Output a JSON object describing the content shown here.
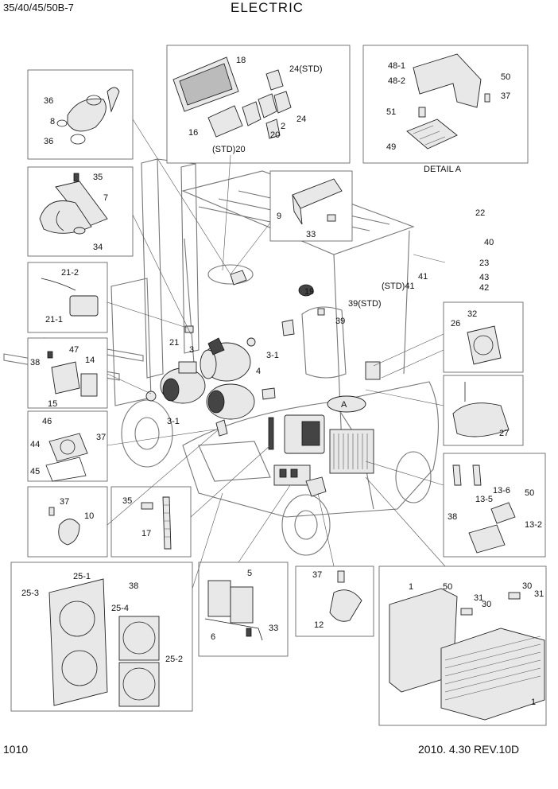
{
  "header": {
    "model": "35/40/45/50B-7",
    "title": "ELECTRIC"
  },
  "footer": {
    "page_number": "1010",
    "revision": "2010. 4.30  REV.10D"
  },
  "detail_caption": "DETAIL A",
  "labels": {
    "p18": "18",
    "p24std": "24(STD)",
    "p24": "24",
    "p2": "2",
    "p20": "20",
    "p16": "16",
    "std20": "(STD)20",
    "p48_1": "48-1",
    "p48_2": "48-2",
    "p50a": "50",
    "p51": "51",
    "p37a": "37",
    "p49": "49",
    "p36a": "36",
    "p8": "8",
    "p36b": "36",
    "p35a": "35",
    "p7": "7",
    "p34": "34",
    "p9": "9",
    "p33a": "33",
    "p22": "22",
    "p40": "40",
    "p23": "23",
    "p41": "41",
    "std41": "(STD)41",
    "p43": "43",
    "p42": "42",
    "p21_2": "21-2",
    "p21_1": "21-1",
    "p21": "21",
    "p19": "19",
    "p39std": "39(STD)",
    "p39": "39",
    "p47": "47",
    "p38a": "38",
    "p14": "14",
    "p15": "15",
    "p3a": "3",
    "p3_1a": "3-1",
    "p4": "4",
    "p3_1b": "3-1",
    "pA": "A",
    "p32": "32",
    "p26": "26",
    "p27": "27",
    "p46": "46",
    "p37b": "37",
    "p44": "44",
    "p45": "45",
    "p37c": "37",
    "p10": "10",
    "p35b": "35",
    "p17": "17",
    "p13_6": "13-6",
    "p50b": "50",
    "p13_5": "13-5",
    "p38b": "38",
    "p13_2": "13-2",
    "p25_1": "25-1",
    "p38c": "38",
    "p25_3": "25-3",
    "p25_4": "25-4",
    "p25_2": "25-2",
    "p5": "5",
    "p6": "6",
    "p33b": "33",
    "p37d": "37",
    "p12": "12",
    "p1a": "1",
    "p50c": "50",
    "p31a": "31",
    "p30a": "30",
    "p30b": "30",
    "p31b": "31",
    "p1b": "1"
  }
}
